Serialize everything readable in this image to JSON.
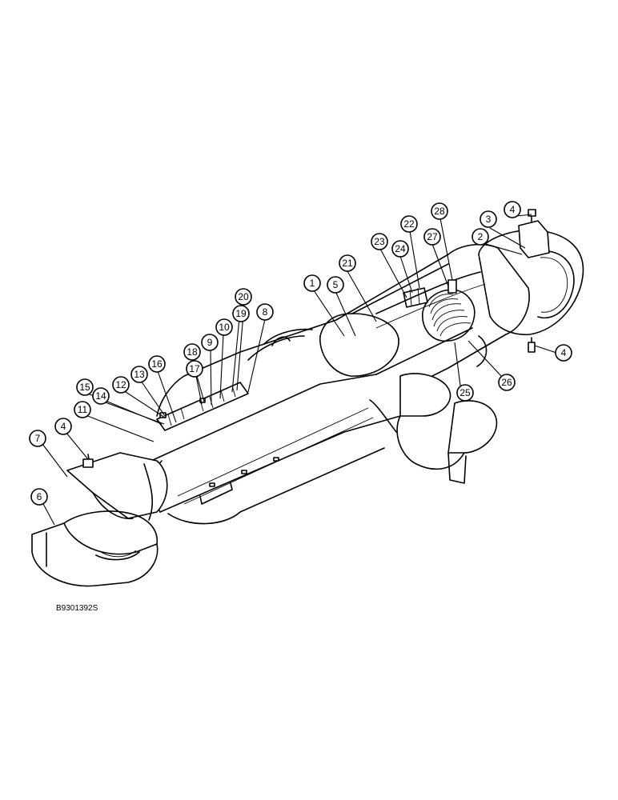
{
  "figure_code": "B9301392S",
  "callouts": [
    "1",
    "2",
    "3",
    "4",
    "5",
    "6",
    "7",
    "8",
    "9",
    "10",
    "11",
    "12",
    "13",
    "14",
    "15",
    "16",
    "17",
    "18",
    "19",
    "20",
    "21",
    "22",
    "23",
    "24",
    "25",
    "26",
    "27",
    "28"
  ]
}
